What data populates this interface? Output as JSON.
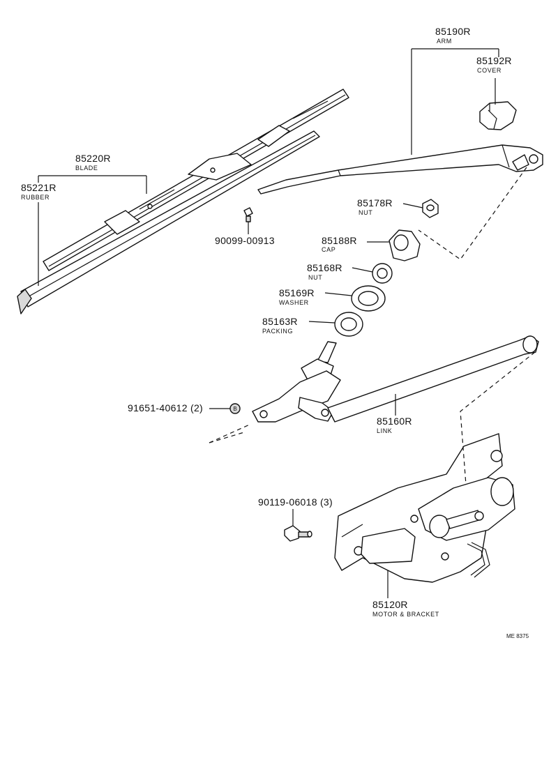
{
  "diagram_code": "ME 8375",
  "parts": {
    "arm": {
      "number": "85190R",
      "name": "ARM"
    },
    "cover": {
      "number": "85192R",
      "name": "COVER"
    },
    "blade": {
      "number": "85220R",
      "name": "BLADE"
    },
    "rubber": {
      "number": "85221R",
      "name": "RUBBER"
    },
    "nut1": {
      "number": "85178R",
      "name": "NUT"
    },
    "screw": {
      "number": "90099-00913"
    },
    "cap": {
      "number": "85188R",
      "name": "CAP"
    },
    "nut2": {
      "number": "85168R",
      "name": "NUT"
    },
    "washer": {
      "number": "85169R",
      "name": "WASHER"
    },
    "packing": {
      "number": "85163R",
      "name": "PACKING"
    },
    "nut3": {
      "number": "91651-40612 (2)"
    },
    "link": {
      "number": "85160R",
      "name": "LINK"
    },
    "bolt": {
      "number": "90119-06018 (3)"
    },
    "motor": {
      "number": "85120R",
      "name": "MOTOR & BRACKET"
    }
  }
}
